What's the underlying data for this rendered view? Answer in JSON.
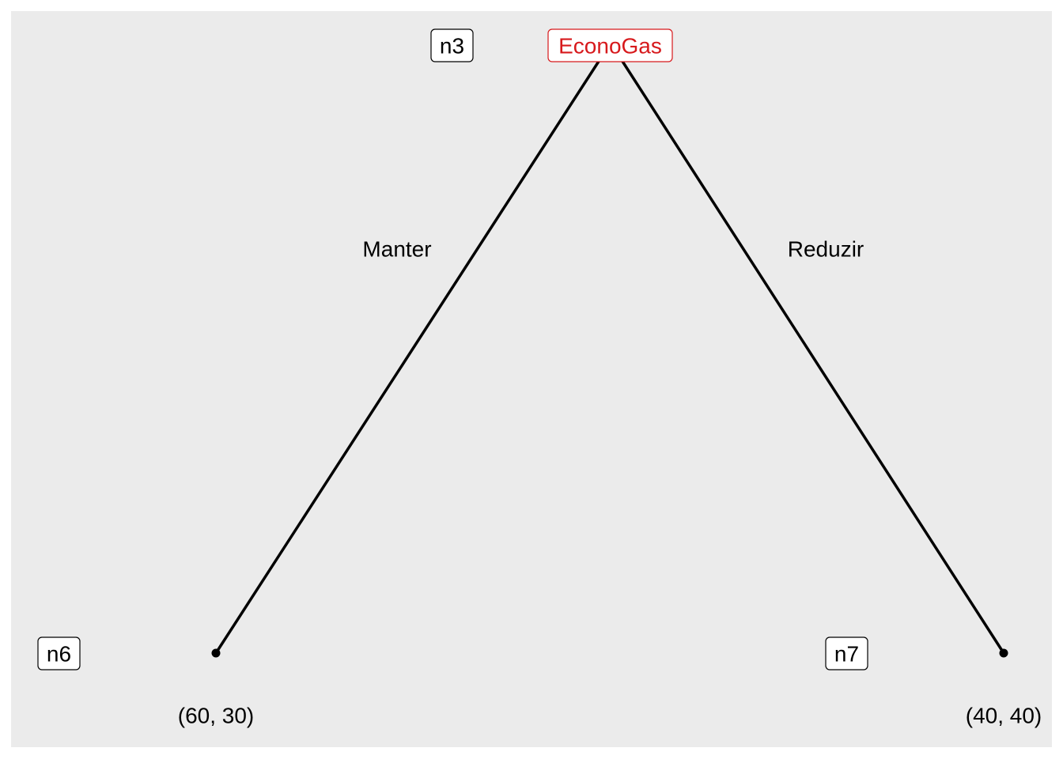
{
  "tree": {
    "root": {
      "node_id": "n3",
      "player": "EconoGas",
      "player_color": "#D7191C"
    },
    "branches": [
      {
        "action": "Manter",
        "child_node_id": "n6",
        "payoff": "(60, 30)"
      },
      {
        "action": "Reduzir",
        "child_node_id": "n7",
        "payoff": "(40, 40)"
      }
    ]
  },
  "colors": {
    "panel_background": "#EBEBEB",
    "line": "#000000",
    "label_box_fill": "#FFFFFF",
    "text": "#000000"
  }
}
